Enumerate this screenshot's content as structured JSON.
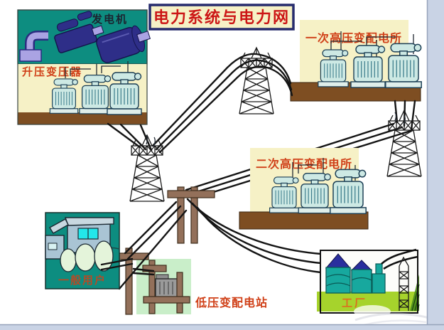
{
  "diagram_title": "电力系统与电力网",
  "labels": {
    "generator": "发电机",
    "step_up_transformer": "升压变压器",
    "primary_hv_substation": "一次高压变配电所",
    "secondary_hv_substation": "二次高压变配电所",
    "low_voltage_station": "低压变配电站",
    "general_users": "一般用户",
    "factory": "工厂"
  },
  "colors": {
    "title_text": "#cc1616",
    "title_border": "#262b6d",
    "label_red": "#d04018",
    "panel_cream": "#f6f1c6",
    "panel_teal": "#0d8d80",
    "ground_brown": "#7e4e22",
    "station_green": "#c9eec9",
    "factory_ground_green": "#a6d32c",
    "transformer_blue": "#cde9e4",
    "pole_brown": "#93705a",
    "generator_navy": "#2e2e88",
    "generator_lilac": "#aaa3e3",
    "line_black": "#141414",
    "frame_strip": "#c9d3e5"
  }
}
